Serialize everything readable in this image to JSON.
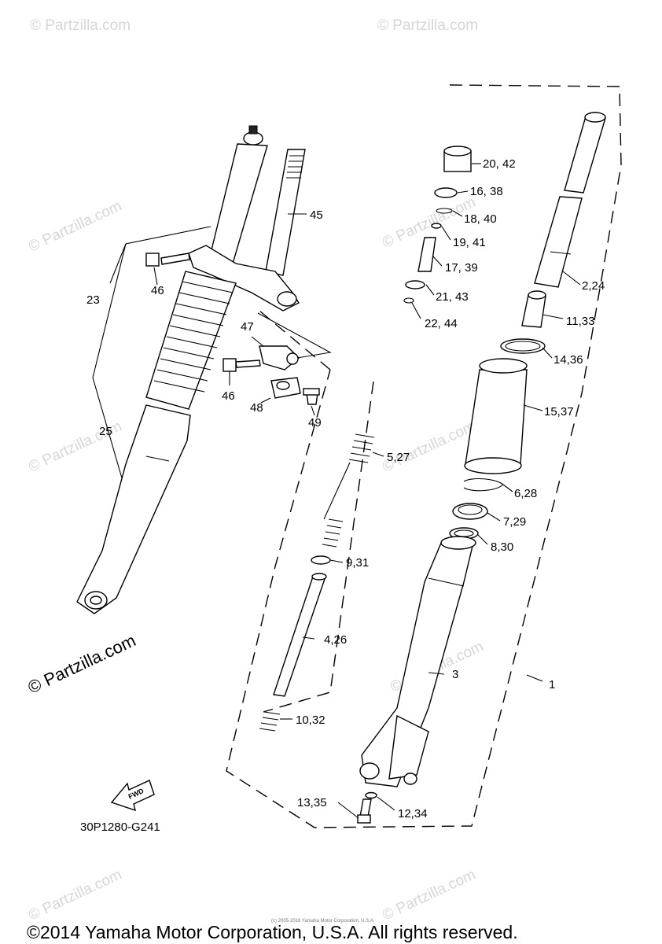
{
  "diagram_code": "30P1280-G241",
  "copyright": "©2014 Yamaha Motor Corporation, U.S.A. All rights reserved.",
  "small_print": "(c) 2005-2016 Yamaha Motor Corporation, U.S.A.",
  "watermark": "© Partzilla.com",
  "watermark_large": "© Partzilla.com",
  "fwd_label": "FWD",
  "labels": {
    "l1": "1",
    "l2_24": "2,24",
    "l3": "3",
    "l4_26": "4,26",
    "l5_27": "5,27",
    "l6_28": "6,28",
    "l7_29": "7,29",
    "l8_30": "8,30",
    "l9_31": "9,31",
    "l10_32": "10,32",
    "l11_33": "11,33",
    "l12_34": "12,34",
    "l13_35": "13,35",
    "l14_36": "14,36",
    "l15_37": "15,37",
    "l16_38": "16, 38",
    "l17_39": "17, 39",
    "l18_40": "18, 40",
    "l19_41": "19, 41",
    "l20_42": "20, 42",
    "l21_43": "21, 43",
    "l22_44": "22, 44",
    "l23": "23",
    "l25": "25",
    "l45": "45",
    "l46a": "46",
    "l46b": "46",
    "l47": "47",
    "l48": "48",
    "l49": "49"
  }
}
